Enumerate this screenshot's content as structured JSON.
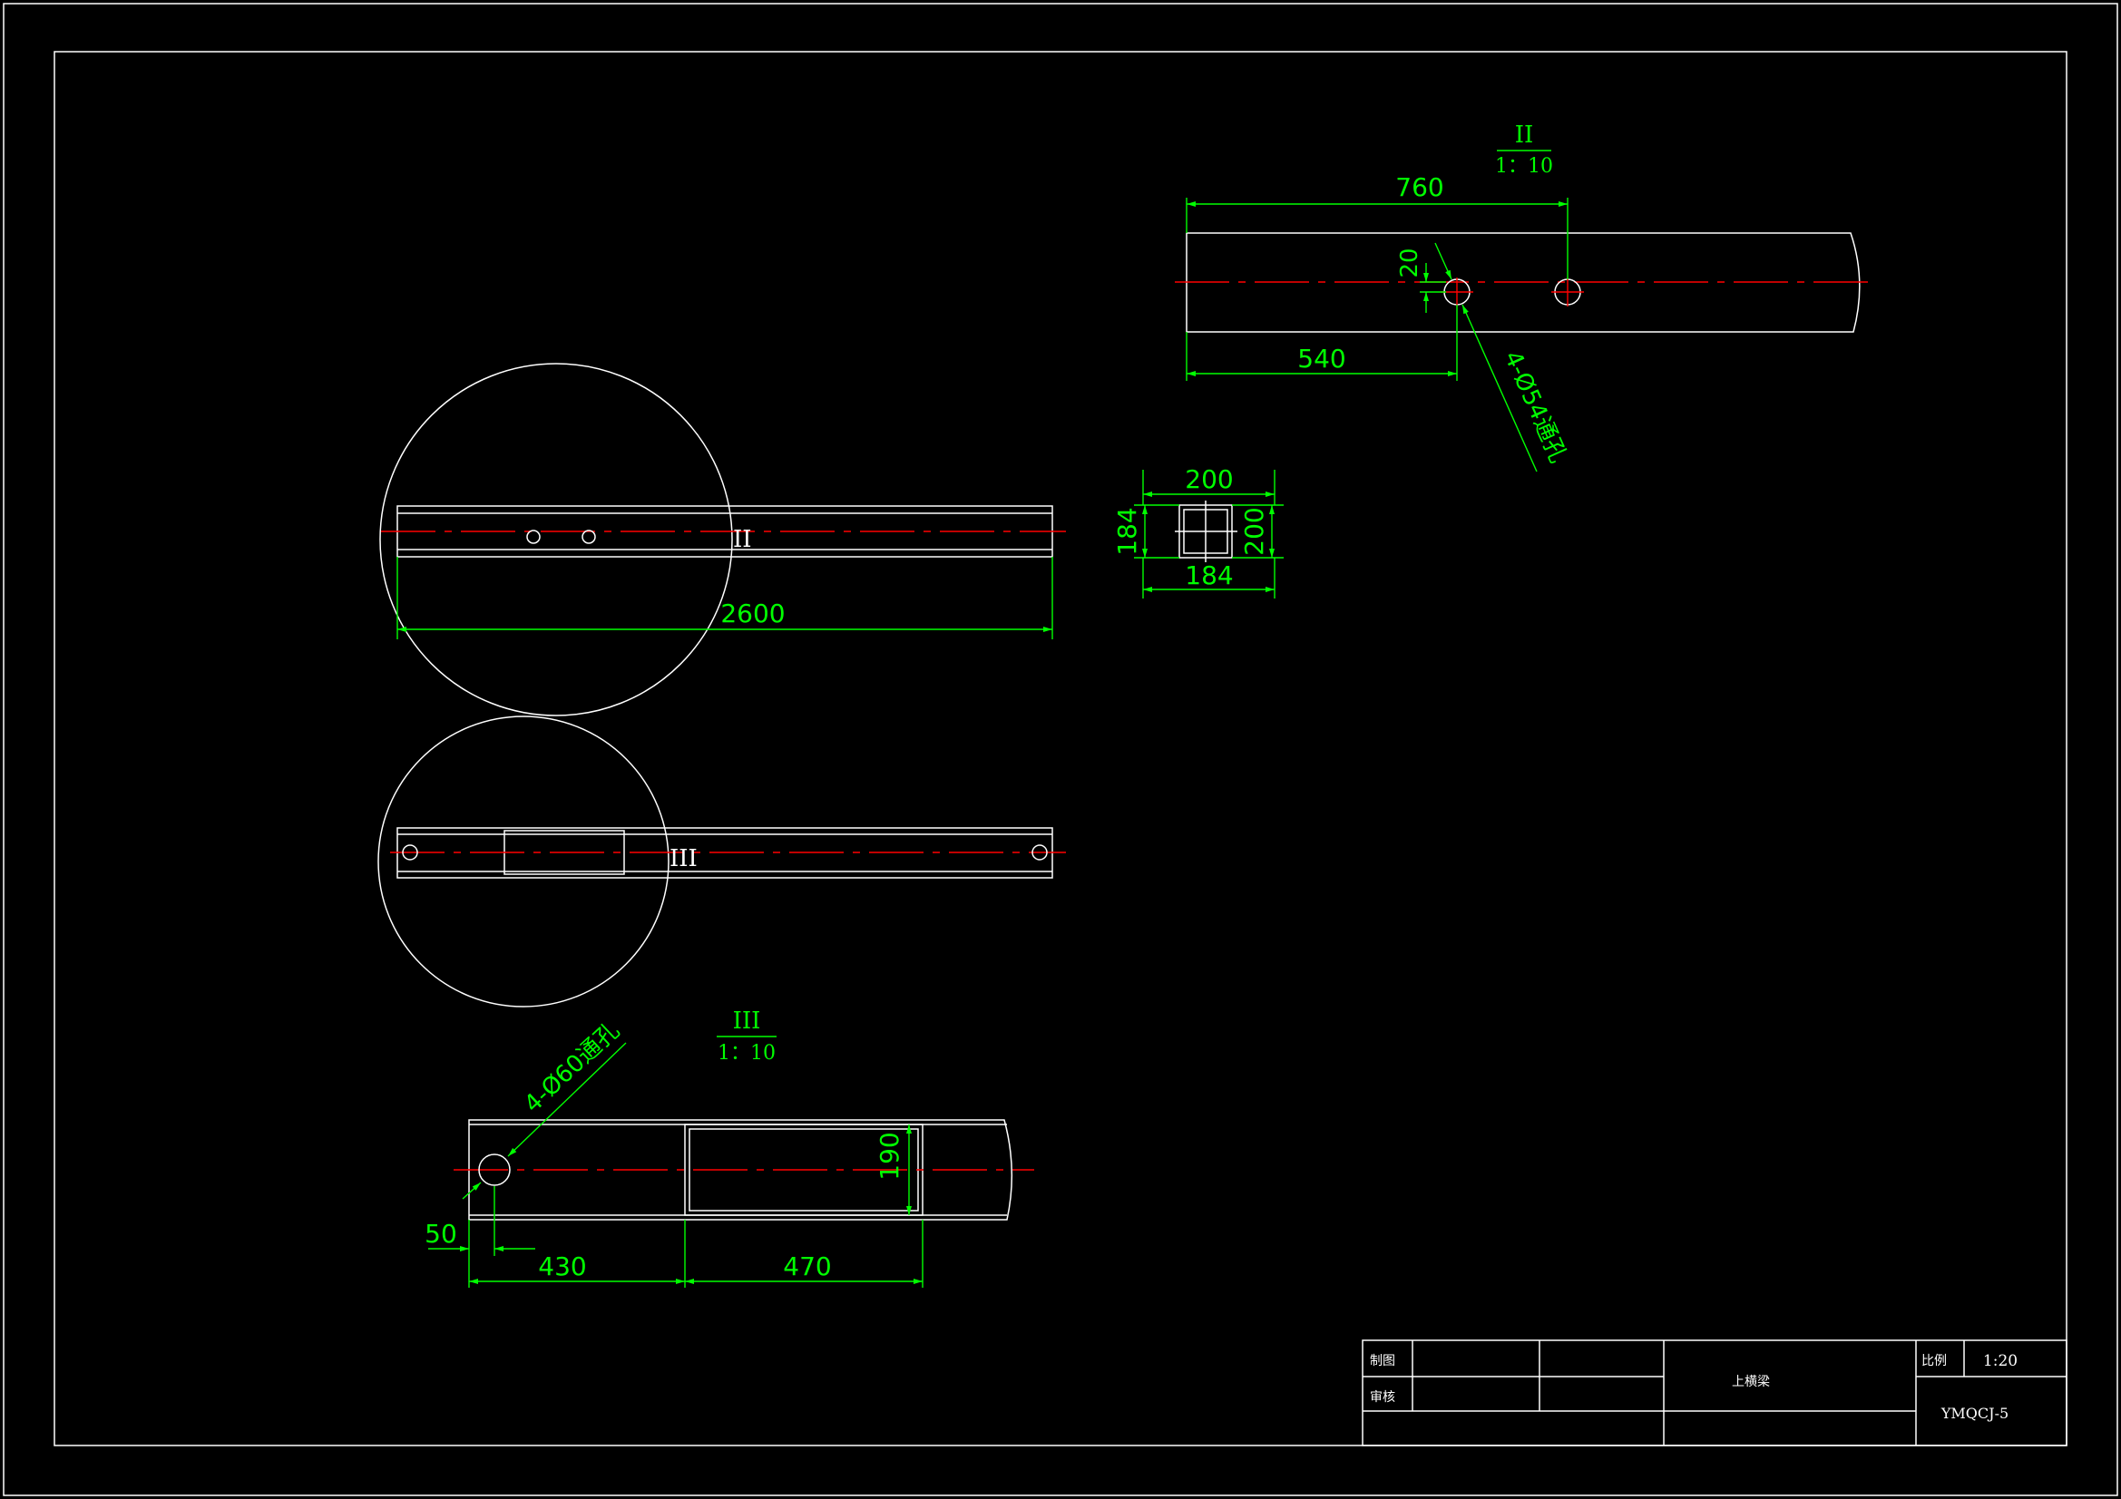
{
  "dimensions": {
    "detail2_length": "760",
    "detail2_offset": "20",
    "detail2_start": "540",
    "detail2_holes": "4-Ø54通孔",
    "main_length": "2600",
    "section_width_top": "200",
    "section_width_bottom": "184",
    "section_height_left": "184",
    "section_height_right": "200",
    "detail3_holes": "4-Ø60通孔",
    "detail3_edge": "50",
    "detail3_a": "430",
    "detail3_b": "470",
    "detail3_height": "190"
  },
  "views": {
    "detail2_label": "II",
    "detail2_scale": "1：10",
    "detail3_label": "III",
    "detail3_scale": "1：10",
    "callout2": "II",
    "callout3": "III"
  },
  "title_block": {
    "drawn_label": "制图",
    "checked_label": "审核",
    "part_name": "上横梁",
    "scale_label": "比例",
    "scale_value": "1:20",
    "drawing_number": "YMQCJ-5"
  },
  "colors": {
    "background": "#000000",
    "geometry": "#ffffff",
    "dimension": "#00ff00",
    "centerline": "#ff0000"
  }
}
